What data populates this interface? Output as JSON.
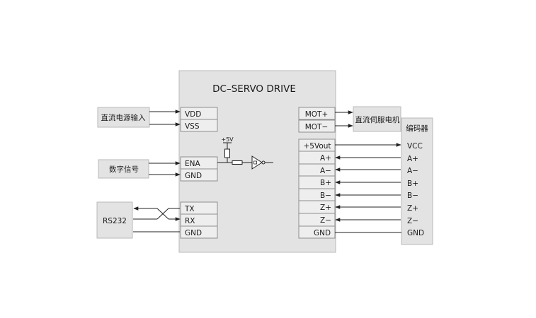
{
  "drive": {
    "title": "DC–SERVO DRIVE",
    "left_power_pins": [
      "VDD",
      "VSS"
    ],
    "left_signal_pins": [
      "ENA",
      "GND"
    ],
    "left_serial_pins": [
      "TX",
      "RX",
      "GND"
    ],
    "motor_pins": [
      "MOT+",
      "MOT−"
    ],
    "encoder_pins": [
      "+5Vout",
      "A+",
      "A−",
      "B+",
      "B−",
      "Z+",
      "Z−",
      "GND"
    ],
    "pullup_label": "+5V"
  },
  "external": {
    "dc_power_input": "直流电源输入",
    "digital_signal": "数字信号",
    "rs232": "RS232",
    "dc_servo_motor": "直流伺服电机",
    "encoder": "编码器",
    "encoder_pins": [
      "VCC",
      "A+",
      "A−",
      "B+",
      "B−",
      "Z+",
      "Z−",
      "GND"
    ]
  },
  "colors": {
    "box_fill": "#e3e3e3",
    "pin_fill": "#eeeeee",
    "wire": "#222222"
  }
}
